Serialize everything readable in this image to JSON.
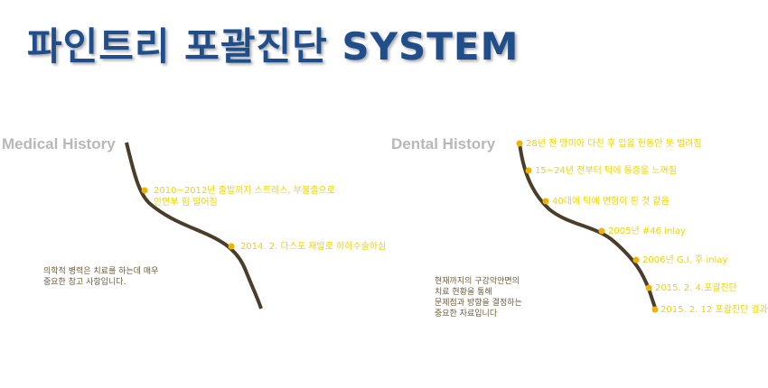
{
  "header": {
    "title": "파인트리 포괄진단 SYSTEM"
  },
  "medical": {
    "title": "Medical History",
    "events": [
      "2010~2012년 출발까지 스트레스, 부불출으로\n안면부 힘 떨어짐",
      "2014. 2. 다스포 재발로 하하수술하심"
    ],
    "note": "의학적 병력은 치료를 하는데 매우\n중요한 참고 사항입니다."
  },
  "dental": {
    "title": "Dental History",
    "events": [
      "28년 전 망미아 다친 후 입을 헌동안 못 벌려짐",
      "15~24년 전부터 턱에 통증을 느꺼짐",
      "40대에 턱에 변형이 된 것 같음",
      "2005년 #46 inlay",
      "2006년 G.I. 후 inlay",
      "2015. 2. 4.포괄진단",
      "2015. 2. 12 포괄진단 결과"
    ],
    "note": "현재까지의 구강악안면의\n치료 현황을 통해\n문제점과 방향을 결정하는\n중요한 자료입니다"
  },
  "colors": {
    "title": "#1f4e8a",
    "curve": "#4a3e2a",
    "dot": "#f0b400",
    "event_text": "#f2d400"
  }
}
